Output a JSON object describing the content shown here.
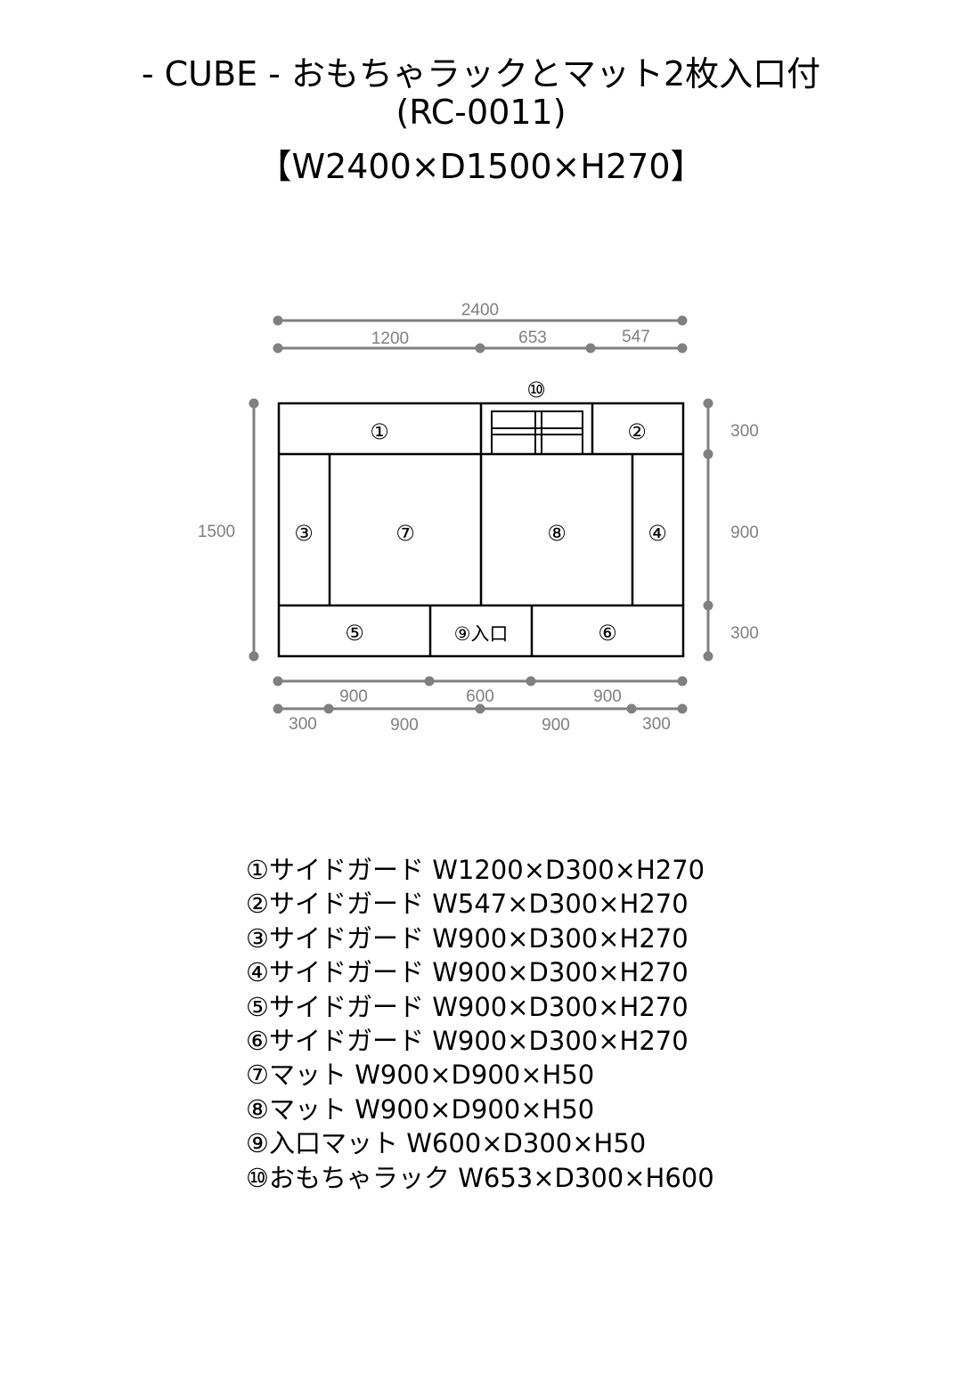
{
  "title": {
    "line1": "- CUBE - おもちゃラックとマット2枚入口付",
    "line2": "(RC-0011)",
    "line3": "【W2400×D1500×H270】"
  },
  "dimensions": {
    "total_width": "2400",
    "top": [
      "1200",
      "653",
      "547"
    ],
    "left": "1500",
    "right": [
      "300",
      "900",
      "300"
    ],
    "bottom1": [
      "900",
      "600",
      "900"
    ],
    "bottom2": [
      "300",
      "900",
      "900",
      "300"
    ]
  },
  "labels": {
    "p1": "①",
    "p2": "②",
    "p3": "③",
    "p4": "④",
    "p5": "⑤",
    "p6": "⑥",
    "p7": "⑦",
    "p8": "⑧",
    "p9": "⑨入口",
    "p10": "⑩"
  },
  "parts": [
    "①サイドガード W1200×D300×H270",
    "②サイドガード W547×D300×H270",
    "③サイドガード W900×D300×H270",
    "④サイドガード W900×D300×H270",
    "⑤サイドガード W900×D300×H270",
    "⑥サイドガード W900×D300×H270",
    "⑦マット W900×D900×H50",
    "⑧マット W900×D900×H50",
    "⑨入口マット W600×D300×H50",
    "⑩おもちゃラック W653×D300×H600"
  ]
}
